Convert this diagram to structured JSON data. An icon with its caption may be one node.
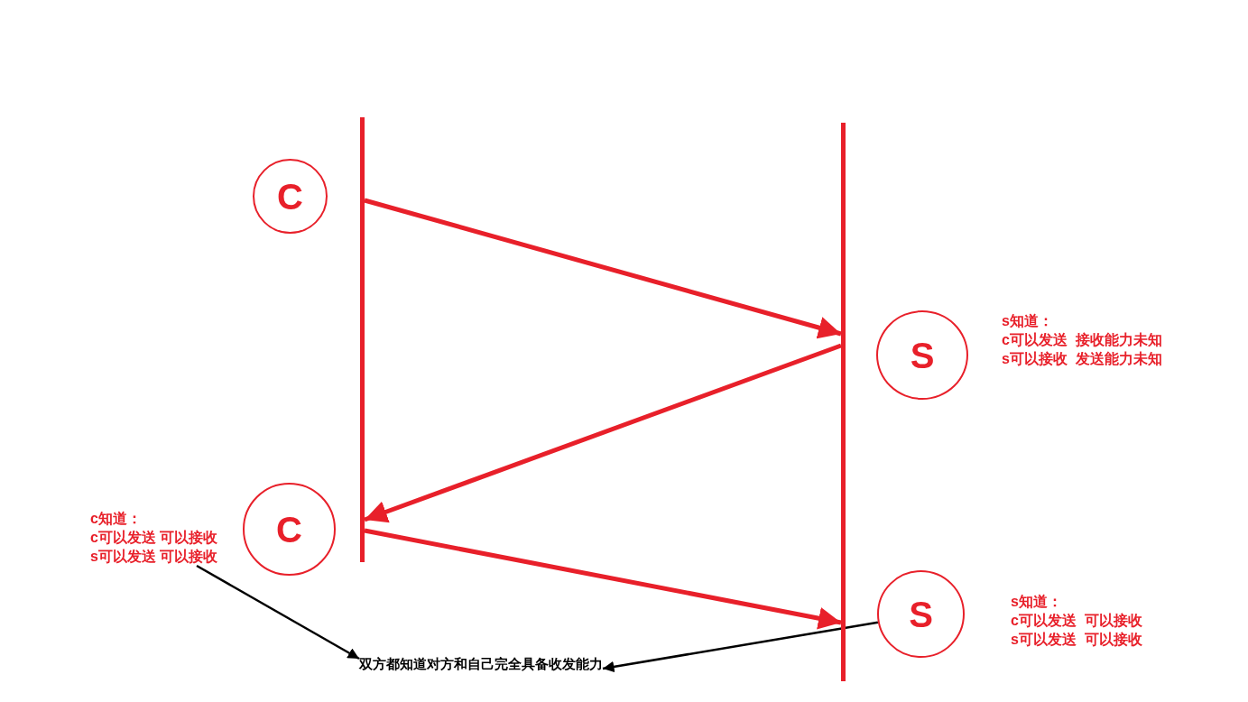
{
  "diagram": {
    "nodes": [
      {
        "text": [],
        "shape": "bar"
      },
      {
        "text": [],
        "shape": "bar"
      },
      {
        "text": [
          "C"
        ]
      },
      {
        "text": [
          "S"
        ],
        "beside": [
          "s知道：",
          "c可以发送  接收能力未知",
          "s可以接收  发送能力未知"
        ]
      },
      {
        "text": [
          "C"
        ]
      },
      {
        "text": [
          "c知道：",
          "c可以发送 可以接收",
          "s可以发送 可以接收"
        ]
      },
      {
        "text": [
          "S"
        ],
        "beside": [
          "s知道：",
          "c可以发送  可以接收",
          "s可以发送  可以接收"
        ]
      },
      {
        "text": [
          "双方都知道对方和自己完全具备收发能力"
        ]
      }
    ],
    "edges": [
      {
        "from": 0,
        "to": 1,
        "arrow": "to"
      },
      {
        "from": 1,
        "to": 0,
        "arrow": "to"
      },
      {
        "from": 0,
        "to": 1,
        "arrow": "to"
      },
      {
        "from": 5,
        "to": 7,
        "arrow": "to",
        "color": "#000000"
      },
      {
        "from": 6,
        "to": 7,
        "arrow": "to",
        "color": "#000000"
      }
    ]
  }
}
